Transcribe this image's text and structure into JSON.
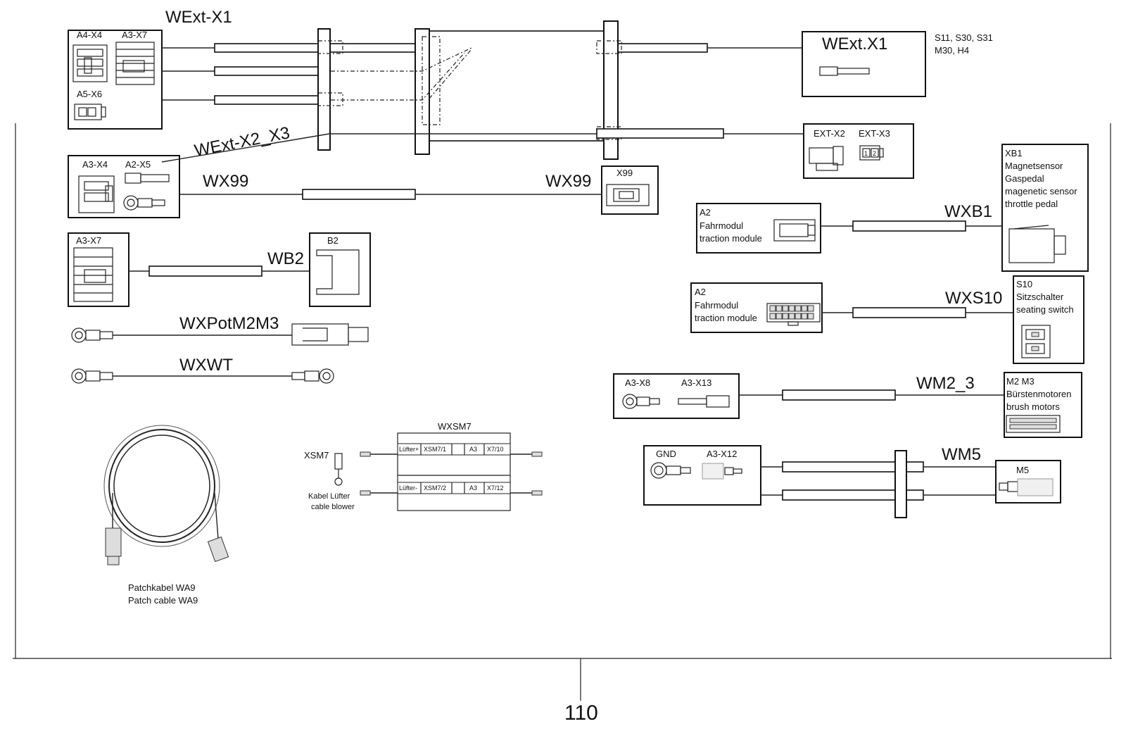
{
  "labels": {
    "wext_x1": "WExt-X1",
    "a4_x4": "A4-X4",
    "a3_x7_top": "A3-X7",
    "a5_x6": "A5-X6",
    "wext_x1_dest": "WExt.X1",
    "wext_x1_note1": "S11, S30, S31",
    "wext_x1_note2": "M30, H4",
    "wext_x2_x3": "WExt-X2_X3",
    "ext_x2": "EXT-X2",
    "ext_x3": "EXT-X3",
    "ext_x3_pin1": "1",
    "ext_x3_pin2": "2",
    "a3_x4": "A3-X4",
    "a2_x5": "A2-X5",
    "wx99_left": "WX99",
    "wx99_right": "WX99",
    "x99": "X99",
    "a3_x7_wb2": "A3-X7",
    "wb2": "WB2",
    "b2": "B2",
    "wxpot": "WXPotM2M3",
    "wxwt": "WXWT",
    "patch_de": "Patchkabel WA9",
    "patch_en": "Patch cable WA9",
    "xsm7": "XSM7",
    "kabel_de": "Kabel Lüfter",
    "kabel_en": "cable blower",
    "wxsm7": "WXSM7",
    "luefter_plus": "Lüfter+",
    "xsm7_1": "XSM7/1",
    "a3_a": "A3",
    "x7_10": "X7/10",
    "luefter_minus": "Lüfter-",
    "xsm7_2": "XSM7/2",
    "a3_b": "A3",
    "x7_12": "X7/12",
    "xb1_a2": "A2",
    "xb1_fahrmodul": "Fahrmodul",
    "xb1_traction": "traction module",
    "wxb1": "WXB1",
    "xb1": "XB1",
    "xb1_l1": "Magnetsensor",
    "xb1_l2": "Gaspedal",
    "xb1_l3": "magenetic sensor",
    "xb1_l4": "throttle pedal",
    "s10_a2": "A2",
    "s10_fahrmodul": "Fahrmodul",
    "s10_traction": "traction module",
    "wxs10": "WXS10",
    "s10": "S10",
    "s10_l1": "Sitzschalter",
    "s10_l2": "seating switch",
    "a3_x8": "A3-X8",
    "a3_x13": "A3-X13",
    "wm2_3": "WM2_3",
    "m2m3": "M2 M3",
    "m2m3_l1": "Bürstenmotoren",
    "m2m3_l2": "brush motors",
    "gnd": "GND",
    "a3_x12": "A3-X12",
    "wm5": "WM5",
    "m5": "M5",
    "page_number": "110"
  }
}
